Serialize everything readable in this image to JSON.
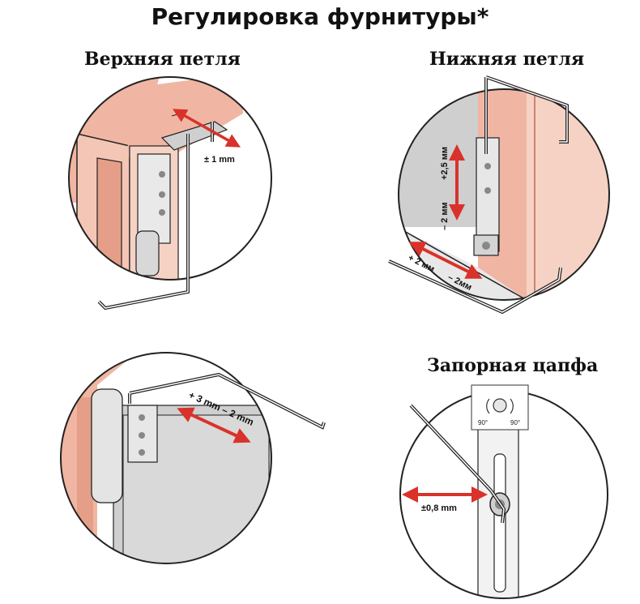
{
  "title": "Регулировка фурнитуры*",
  "panels": {
    "top_hinge": {
      "caption": "Верхняя петля",
      "adjustment": "± 1 mm"
    },
    "bottom_hinge": {
      "caption": "Нижняя петля",
      "vertical_up": "+2,5 мм",
      "vertical_down": "– 2 мм",
      "horizontal_left": "+ 2 мм",
      "horizontal_right": "– 2мм"
    },
    "side_hinge": {
      "adjustment": "+ 3 mm – 2 mm"
    },
    "locking_pin": {
      "caption": "Запорная цапфа",
      "angle_left": "90°",
      "angle_right": "90°",
      "adjustment": "±0,8 mm"
    }
  },
  "colors": {
    "frame_pink": "#f0b6a3",
    "frame_edge": "#c98570",
    "arrow_red": "#d9322b",
    "glass_grey": "#d4d4d4",
    "metal_grey": "#bdbdbd"
  }
}
